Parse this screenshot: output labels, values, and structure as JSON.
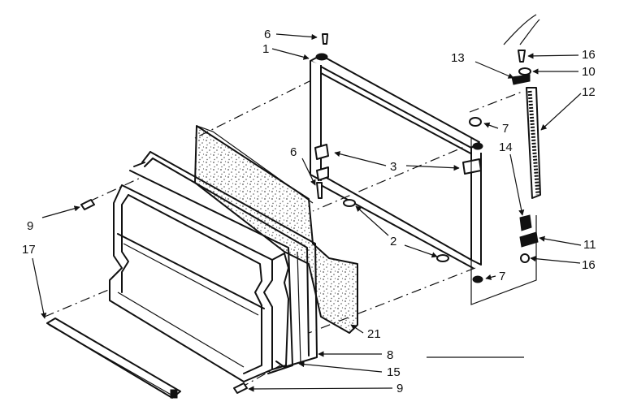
{
  "callouts": {
    "c1": "1",
    "c2": "2",
    "c3": "3",
    "c6a": "6",
    "c6b": "6",
    "c7a": "7",
    "c7b": "7",
    "c8": "8",
    "c9a": "9",
    "c9b": "9",
    "c10": "10",
    "c11": "11",
    "c12": "12",
    "c13": "13",
    "c14": "14",
    "c15": "15",
    "c16a": "16",
    "c16b": "16",
    "c17": "17",
    "c21": "21"
  }
}
